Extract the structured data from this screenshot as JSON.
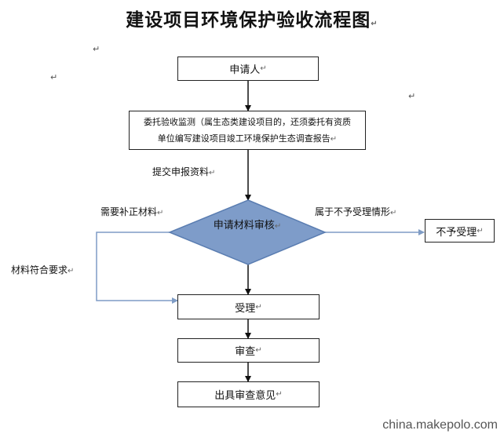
{
  "title": "建设项目环境保护验收流程图",
  "paragraph_mark": "↵",
  "nodes": {
    "applicant": "申请人",
    "commission_line1": "委托验收监测（属生态类建设项目的，还须委托有资质",
    "commission_line2": "单位编写建设项目竣工环境保护生态调查报告",
    "review_materials": "申请材料审核",
    "not_accepted": "不予受理",
    "accept": "受理",
    "examine": "审查",
    "issue_opinion": "出具审查意见"
  },
  "labels": {
    "submit_materials": "提交申报资料",
    "need_supplement": "需要补正材料",
    "not_accepted_case": "属于不予受理情形",
    "meets_requirements": "材料符合要求"
  },
  "watermark": "china.makepolo.com",
  "colors": {
    "diamond_fill": "#7e9cc9",
    "diamond_stroke": "#5a7db1",
    "arrow_black": "#111111",
    "arrow_blue": "#7f9cc5"
  }
}
